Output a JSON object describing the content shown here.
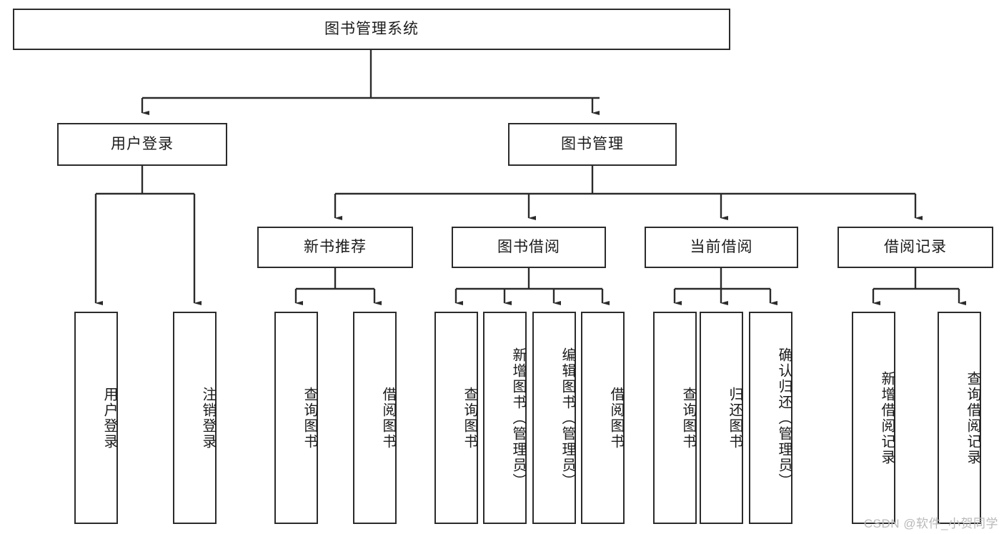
{
  "diagram": {
    "title": "图书管理系统",
    "type": "tree",
    "root": {
      "label": "图书管理系统"
    },
    "level2": [
      {
        "label": "用户登录"
      },
      {
        "label": "图书管理"
      }
    ],
    "level3": [
      {
        "label": "新书推荐"
      },
      {
        "label": "图书借阅"
      },
      {
        "label": "当前借阅"
      },
      {
        "label": "借阅记录"
      }
    ],
    "leaves": {
      "user_login": [
        "用户登录",
        "注销登录"
      ],
      "new_book_recommend": [
        "查询图书",
        "借阅图书"
      ],
      "book_borrow": [
        "查询图书",
        "新增图书（管理员）",
        "编辑图书（管理员）",
        "借阅图书"
      ],
      "current_borrow": [
        "查询图书",
        "归还图书",
        "确认归还（管理员）"
      ],
      "borrow_record": [
        "新增借阅记录",
        "查询借阅记录"
      ]
    }
  },
  "watermark": {
    "text": "CSDN @软件_小贺同学"
  },
  "colors": {
    "stroke": "#2b2b2b",
    "background": "#ffffff",
    "text": "#1b1b1b",
    "watermark": "#b9b9b9"
  }
}
